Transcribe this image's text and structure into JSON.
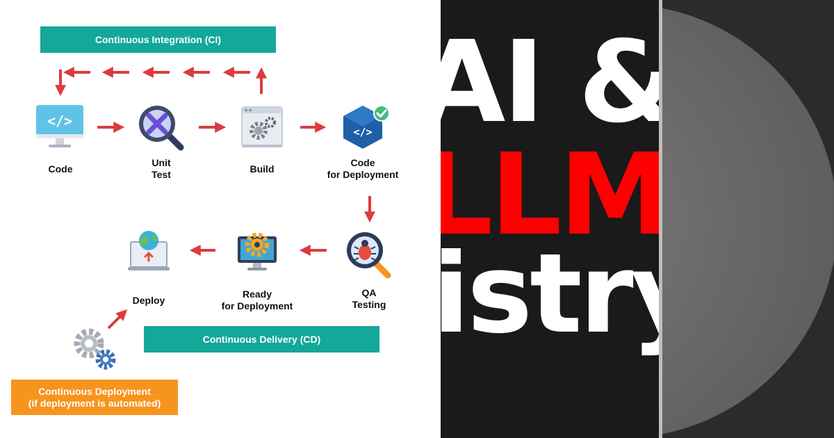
{
  "colors": {
    "teal": "#13a89a",
    "orange": "#f7941d",
    "arrow_red": "#dc3b3f",
    "headline_white": "#ffffff",
    "headline_red": "#ff0000",
    "dark_bg": "#1a1a1a"
  },
  "diagram": {
    "ci_banner": "Continuous Integration (CI)",
    "cd_banner": "Continuous Delivery (CD)",
    "deployment_banner": "Continuous Deployment\n(if deployment is automated)",
    "nodes": [
      {
        "key": "code",
        "label": "Code",
        "icon": "monitor-code-icon"
      },
      {
        "key": "unit_test",
        "label": "Unit\nTest",
        "icon": "magnifier-icon"
      },
      {
        "key": "build",
        "label": "Build",
        "icon": "build-gears-icon"
      },
      {
        "key": "code_for_deployment",
        "label": "Code\nfor Deployment",
        "icon": "code-box-check-icon"
      },
      {
        "key": "qa_testing",
        "label": "QA\nTesting",
        "icon": "bug-magnifier-icon"
      },
      {
        "key": "ready_for_deployment",
        "label": "Ready\nfor Deployment",
        "icon": "monitor-gear-icon"
      },
      {
        "key": "deploy",
        "label": "Deploy",
        "icon": "laptop-globe-icon"
      }
    ],
    "automation_icon": "gears-icon"
  },
  "headline": {
    "line1": "AI &",
    "line2": "LLM",
    "line3": "istry"
  }
}
